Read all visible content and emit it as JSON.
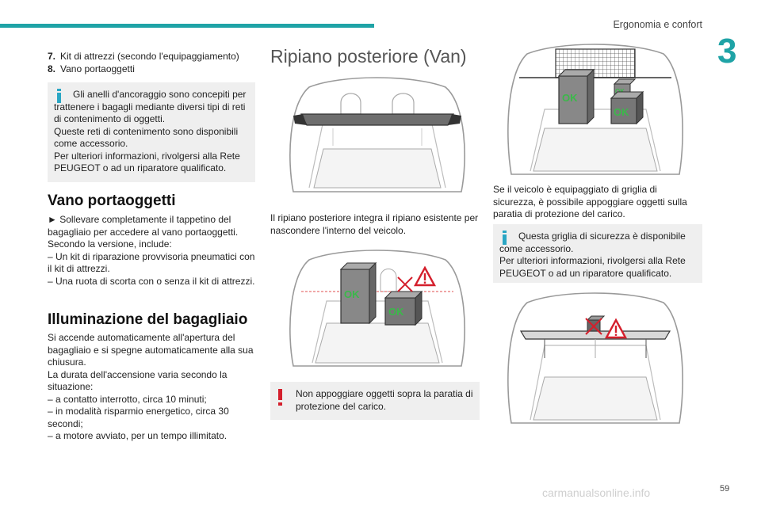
{
  "header": {
    "section_title": "Ergonomia e confort",
    "chapter": "3"
  },
  "footer": {
    "page_number": "59",
    "watermark": "carmanualsonline.info"
  },
  "col1": {
    "list": [
      {
        "num": "7.",
        "text": "Kit di attrezzi (secondo l'equipaggiamento)"
      },
      {
        "num": "8.",
        "text": "Vano portaoggetti"
      }
    ],
    "info_lines": [
      "Gli anelli d'ancoraggio sono concepiti per trattenere i bagagli mediante diversi tipi di reti di contenimento di oggetti.",
      "Queste reti di contenimento sono disponibili come accessorio.",
      "Per ulteriori informazioni, rivolgersi alla Rete PEUGEOT o ad un riparatore qualificato."
    ],
    "h_vano": "Vano portaoggetti",
    "vano_lines": [
      "► Sollevare completamente il tappetino del bagagliaio per accedere al vano portaoggetti.",
      "Secondo la versione, include:",
      "– Un kit di riparazione provvisoria pneumatici con il kit di attrezzi.",
      "– Una ruota di scorta con o senza il kit di attrezzi."
    ],
    "h_illum": "Illuminazione del bagagliaio",
    "illum_lines": [
      "Si accende automaticamente all'apertura del bagagliaio e si spegne automaticamente alla sua chiusura.",
      "La durata dell'accensione varia secondo la situazione:",
      "– a contatto interrotto, circa 10 minuti;",
      "– in modalità risparmio energetico, circa 30 secondi;",
      "– a motore avviato, per un tempo illimitato."
    ]
  },
  "col2": {
    "title": "Ripiano posteriore (Van)",
    "para": "Il ripiano posteriore integra il ripiano esistente per nascondere l'interno del veicolo.",
    "warning": "Non appoggiare oggetti sopra la paratia di protezione del carico.",
    "ok_label": "OK"
  },
  "col3": {
    "para": "Se il veicolo è equipaggiato di griglia di sicurezza, è possibile appoggiare oggetti sulla paratia di protezione del carico.",
    "info_lines": [
      "Questa griglia di sicurezza è disponibile come accessorio.",
      "Per ulteriori informazioni, rivolgersi alla Rete PEUGEOT o ad un riparatore qualificato."
    ],
    "ok_label": "OK"
  },
  "colors": {
    "accent": "#1fa3a6",
    "info": "#2aa6c4",
    "warning": "#d41f2c",
    "ok_green": "#3bb84a"
  }
}
